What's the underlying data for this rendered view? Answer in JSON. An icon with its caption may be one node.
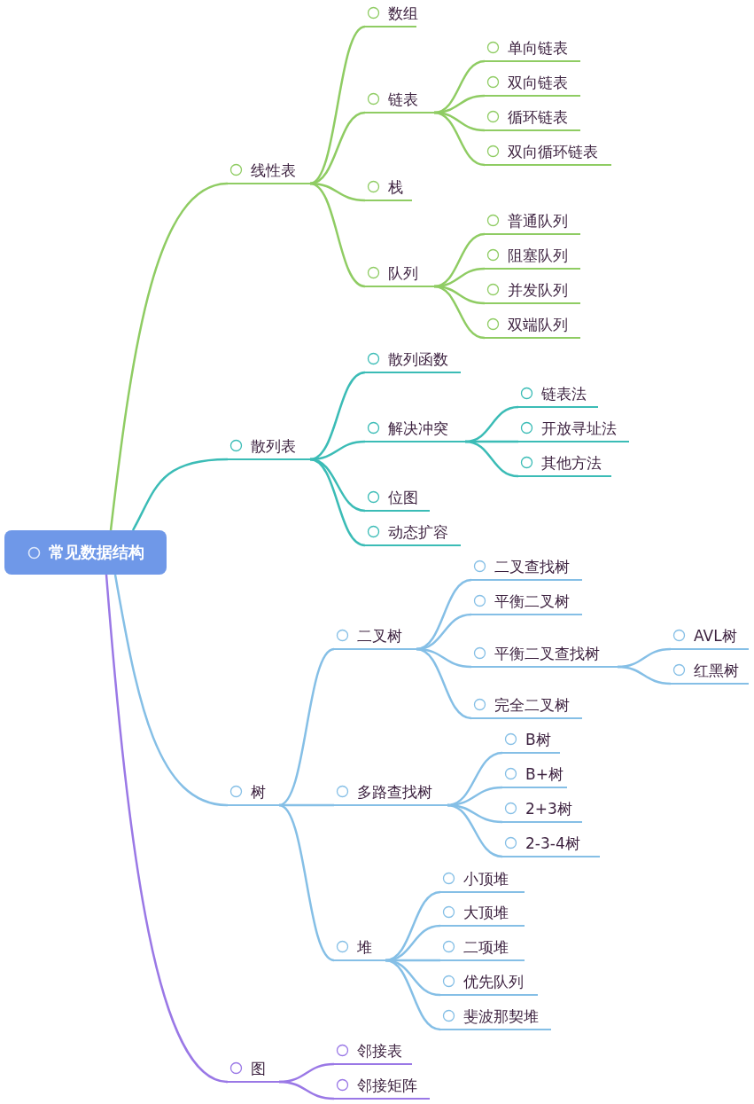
{
  "diagram": {
    "nodes": [
      {
        "text": [
          "常见数据结构"
        ]
      },
      {
        "text": [
          "线性表"
        ]
      },
      {
        "text": [
          "数组"
        ]
      },
      {
        "text": [
          "链表"
        ]
      },
      {
        "text": [
          "单向链表"
        ]
      },
      {
        "text": [
          "双向链表"
        ]
      },
      {
        "text": [
          "循环链表"
        ]
      },
      {
        "text": [
          "双向循环链表"
        ]
      },
      {
        "text": [
          "栈"
        ]
      },
      {
        "text": [
          "队列"
        ]
      },
      {
        "text": [
          "普通队列"
        ]
      },
      {
        "text": [
          "阻塞队列"
        ]
      },
      {
        "text": [
          "并发队列"
        ]
      },
      {
        "text": [
          "双端队列"
        ]
      },
      {
        "text": [
          "散列表"
        ]
      },
      {
        "text": [
          "散列函数"
        ]
      },
      {
        "text": [
          "解决冲突"
        ]
      },
      {
        "text": [
          "链表法"
        ]
      },
      {
        "text": [
          "开放寻址法"
        ]
      },
      {
        "text": [
          "其他方法"
        ]
      },
      {
        "text": [
          "位图"
        ]
      },
      {
        "text": [
          "动态扩容"
        ]
      },
      {
        "text": [
          "树"
        ]
      },
      {
        "text": [
          "二叉树"
        ]
      },
      {
        "text": [
          "二叉查找树"
        ]
      },
      {
        "text": [
          "平衡二叉树"
        ]
      },
      {
        "text": [
          "平衡二叉查找树"
        ]
      },
      {
        "text": [
          "AVL树"
        ]
      },
      {
        "text": [
          "红黑树"
        ]
      },
      {
        "text": [
          "完全二叉树"
        ]
      },
      {
        "text": [
          "多路查找树"
        ]
      },
      {
        "text": [
          "B树"
        ]
      },
      {
        "text": [
          "B+树"
        ]
      },
      {
        "text": [
          "2+3树"
        ]
      },
      {
        "text": [
          "2-3-4树"
        ]
      },
      {
        "text": [
          "堆"
        ]
      },
      {
        "text": [
          "小顶堆"
        ]
      },
      {
        "text": [
          "大顶堆"
        ]
      },
      {
        "text": [
          "二项堆"
        ]
      },
      {
        "text": [
          "优先队列"
        ]
      },
      {
        "text": [
          "斐波那契堆"
        ]
      },
      {
        "text": [
          "图"
        ]
      },
      {
        "text": [
          "邻接表"
        ]
      },
      {
        "text": [
          "邻接矩阵"
        ]
      }
    ],
    "edges": [
      {
        "from": 0,
        "to": 1,
        "arrow": "none",
        "color": "#8fcc63"
      },
      {
        "from": 1,
        "to": 2,
        "arrow": "none",
        "color": "#8fcc63"
      },
      {
        "from": 1,
        "to": 3,
        "arrow": "none",
        "color": "#8fcc63"
      },
      {
        "from": 3,
        "to": 4,
        "arrow": "none",
        "color": "#8fcc63"
      },
      {
        "from": 3,
        "to": 5,
        "arrow": "none",
        "color": "#8fcc63"
      },
      {
        "from": 3,
        "to": 6,
        "arrow": "none",
        "color": "#8fcc63"
      },
      {
        "from": 3,
        "to": 7,
        "arrow": "none",
        "color": "#8fcc63"
      },
      {
        "from": 1,
        "to": 8,
        "arrow": "none",
        "color": "#8fcc63"
      },
      {
        "from": 1,
        "to": 9,
        "arrow": "none",
        "color": "#8fcc63"
      },
      {
        "from": 9,
        "to": 10,
        "arrow": "none",
        "color": "#8fcc63"
      },
      {
        "from": 9,
        "to": 11,
        "arrow": "none",
        "color": "#8fcc63"
      },
      {
        "from": 9,
        "to": 12,
        "arrow": "none",
        "color": "#8fcc63"
      },
      {
        "from": 9,
        "to": 13,
        "arrow": "none",
        "color": "#8fcc63"
      },
      {
        "from": 0,
        "to": 14,
        "arrow": "none",
        "color": "#3bbcb6"
      },
      {
        "from": 14,
        "to": 15,
        "arrow": "none",
        "color": "#3bbcb6"
      },
      {
        "from": 14,
        "to": 16,
        "arrow": "none",
        "color": "#3bbcb6"
      },
      {
        "from": 16,
        "to": 17,
        "arrow": "none",
        "color": "#3bbcb6"
      },
      {
        "from": 16,
        "to": 18,
        "arrow": "none",
        "color": "#3bbcb6"
      },
      {
        "from": 16,
        "to": 19,
        "arrow": "none",
        "color": "#3bbcb6"
      },
      {
        "from": 14,
        "to": 20,
        "arrow": "none",
        "color": "#3bbcb6"
      },
      {
        "from": 14,
        "to": 21,
        "arrow": "none",
        "color": "#3bbcb6"
      },
      {
        "from": 0,
        "to": 22,
        "arrow": "none"
      },
      {
        "from": 22,
        "to": 23,
        "arrow": "none"
      },
      {
        "from": 23,
        "to": 24,
        "arrow": "none"
      },
      {
        "from": 23,
        "to": 25,
        "arrow": "none"
      },
      {
        "from": 23,
        "to": 26,
        "arrow": "none"
      },
      {
        "from": 26,
        "to": 27,
        "arrow": "none"
      },
      {
        "from": 26,
        "to": 28,
        "arrow": "none"
      },
      {
        "from": 23,
        "to": 29,
        "arrow": "none"
      },
      {
        "from": 22,
        "to": 30,
        "arrow": "none"
      },
      {
        "from": 30,
        "to": 31,
        "arrow": "none"
      },
      {
        "from": 30,
        "to": 32,
        "arrow": "none"
      },
      {
        "from": 30,
        "to": 33,
        "arrow": "none"
      },
      {
        "from": 30,
        "to": 34,
        "arrow": "none"
      },
      {
        "from": 22,
        "to": 35,
        "arrow": "none"
      },
      {
        "from": 35,
        "to": 36,
        "arrow": "none"
      },
      {
        "from": 35,
        "to": 37,
        "arrow": "none"
      },
      {
        "from": 35,
        "to": 38,
        "arrow": "none"
      },
      {
        "from": 35,
        "to": 39,
        "arrow": "none"
      },
      {
        "from": 35,
        "to": 40,
        "arrow": "none"
      },
      {
        "from": 0,
        "to": 41,
        "arrow": "none",
        "color": "#9a78e6"
      },
      {
        "from": 41,
        "to": 42,
        "arrow": "none",
        "color": "#9a78e6"
      },
      {
        "from": 41,
        "to": 43,
        "arrow": "none",
        "color": "#9a78e6"
      }
    ]
  }
}
